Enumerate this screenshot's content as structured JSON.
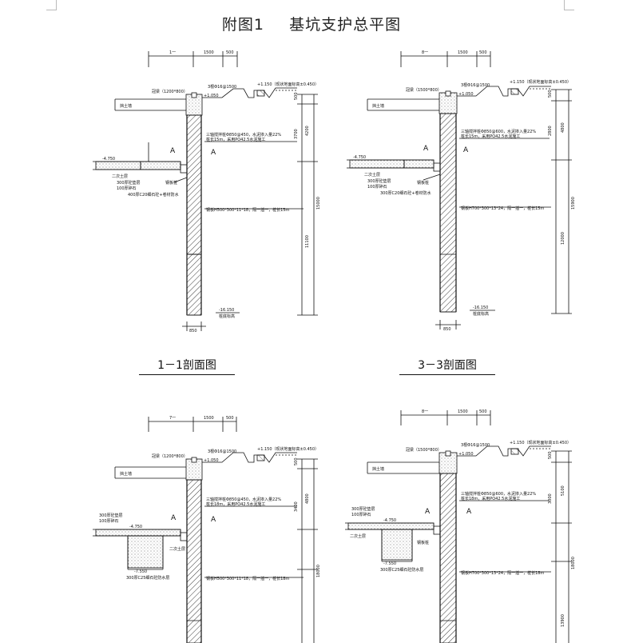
{
  "page": {
    "title_prefix": "附图1",
    "title_main": "基坑支护总平图"
  },
  "captions": {
    "sec11": "1－1剖面图",
    "sec33": "3－3剖面图"
  },
  "sec11": {
    "dims_top": [
      "1一",
      "1500",
      "500"
    ],
    "crown_beam": "冠梁（1200*800）",
    "slope_top": "+1.150（现状地面标高±0.450）",
    "elev_cap": "+1.050",
    "rail": "3根Φ16@1500",
    "retaining": "挡土墙",
    "pile_note": "三轴搅拌桩Φ850@450，水泥掺入量22%",
    "pile_note2": "桩长15m，采用PO42.5水泥施工",
    "letter_a": "A",
    "elev_slab": "-4.750",
    "floor": "二次土层",
    "hatch1": "300厚砼垫层",
    "hatch2": "100厚碎石",
    "bottom_note": "400厚C20细石砼+卷材防水",
    "steel": "钢板桩",
    "sheet_pile": "钢板H500*300*11*18，隔一插一，桩长15m",
    "dims_side": [
      "500",
      "4200",
      "3700",
      "11100",
      "15000"
    ],
    "elev_bottom": "-16.150",
    "bottom_label": "桩底标高",
    "width": "850"
  },
  "sec33": {
    "dims_top": [
      "8一",
      "1500",
      "500"
    ],
    "crown_beam": "冠梁（1500*800）",
    "slope_top": "+1.150（现状地面标高±0.450）",
    "elev_cap": "+1.050",
    "rail": "3根Φ16@1500",
    "retaining": "挡土墙",
    "pile_note": "三轴搅拌桩Φ850@600，水泥掺入量22%",
    "pile_note2": "桩长15m，采用PO42.5水泥施工",
    "letter_a": "A",
    "elev_slab": "-4.750",
    "floor": "二次土层",
    "hatch1": "300厚砼垫层",
    "hatch2": "100厚碎石",
    "bottom_note": "300厚C20细石砼+卷材防水",
    "steel": "钢板桩",
    "sheet_pile": "钢板H700*300*13*24，隔一插一，桩长15m",
    "dims_side": [
      "500",
      "4800",
      "2800",
      "12000",
      "15900"
    ],
    "elev_bottom": "-16.150",
    "bottom_label": "桩底标高",
    "width": "850"
  },
  "sec22": {
    "dims_top": [
      "7一",
      "1500",
      "500"
    ],
    "crown_beam": "冠梁（1200*800）",
    "slope_top": "+1.150（现状地面标高±0.450）",
    "elev_cap": "+1.050",
    "rail": "3根Φ16@1500",
    "retaining": "挡土墙",
    "pile_note": "三轴搅拌桩Φ850@450，水泥掺入量22%",
    "pile_note2": "桩长18m，采用PO42.5水泥施工",
    "letter_a": "A",
    "elev_slab": "-4.750",
    "pit_top": "300厚砼垫层",
    "pit_top2": "100厚碎石",
    "floor": "二次土层",
    "pit_elev": "-7.550",
    "pit_note": "300厚C25细石砼防水层",
    "sheet_pile": "钢板H500*300*11*18，隔一插一，桩长18m",
    "dims_side": [
      "500",
      "4800",
      "3400",
      "18000"
    ]
  },
  "sec44": {
    "dims_top": [
      "8一",
      "1500",
      "500"
    ],
    "crown_beam": "冠梁（1500*800）",
    "slope_top": "+1.150（现状地面标高±0.450）",
    "elev_cap": "+1.050",
    "rail": "3根Φ16@1500",
    "retaining": "挡土墙",
    "pile_note": "三轴搅拌桩Φ850@600，水泥掺入量22%",
    "pile_note2": "桩长18m，采用PO42.5水泥施工",
    "letter_a": "A",
    "elev_slab": "-4.750",
    "pit_top": "300厚砼垫层",
    "pit_top2": "100厚碎石",
    "floor": "二次土层",
    "pit_elev": "-7.550",
    "pit_steel": "钢板桩",
    "pit_note": "300厚C25细石砼防水层",
    "sheet_pile": "钢板H700*300*13*24，隔一插一，桩长18m",
    "dims_side": [
      "500",
      "5100",
      "3000",
      "18000",
      "13900"
    ]
  }
}
